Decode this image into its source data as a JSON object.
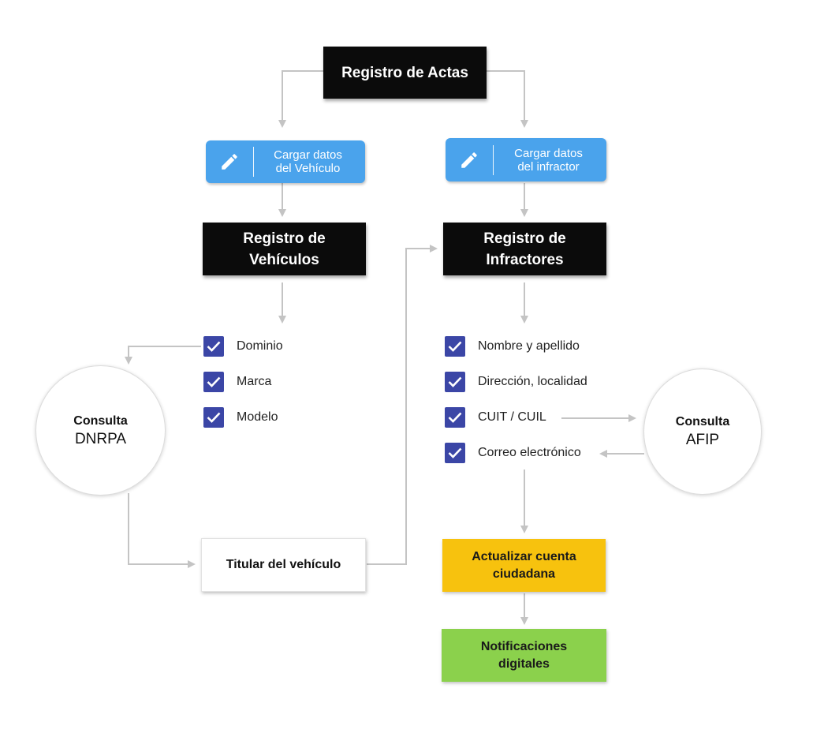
{
  "registro_actas": "Registro de Actas",
  "cargar_vehiculo": {
    "line1": "Cargar datos",
    "line2": "del Vehículo",
    "icon": "pencil-icon"
  },
  "cargar_infractor": {
    "line1": "Cargar datos",
    "line2": "del infractor",
    "icon": "pencil-icon"
  },
  "registro_vehiculos": {
    "line1": "Registro de",
    "line2": "Vehículos"
  },
  "registro_infractores": {
    "line1": "Registro de",
    "line2": "Infractores"
  },
  "vehiculo_items": [
    "Dominio",
    "Marca",
    "Modelo"
  ],
  "infractor_items": [
    "Nombre y apellido",
    "Dirección, localidad",
    "CUIT / CUIL",
    "Correo electrónico"
  ],
  "consulta_dnrpa": {
    "line1": "Consulta",
    "line2": "DNRPA"
  },
  "consulta_afip": {
    "line1": "Consulta",
    "line2": "AFIP"
  },
  "titular": "Titular del vehículo",
  "actualizar": {
    "line1": "Actualizar cuenta",
    "line2": "ciudadana"
  },
  "notificaciones": {
    "line1": "Notificaciones",
    "line2": "digitales"
  },
  "colors": {
    "black_box": "#0b0b0b",
    "blue_box": "#4aa3ec",
    "check": "#3b46a6",
    "yellow_box": "#f7c20e",
    "green_box": "#8bd14c",
    "connector": "#c4c4c4"
  }
}
